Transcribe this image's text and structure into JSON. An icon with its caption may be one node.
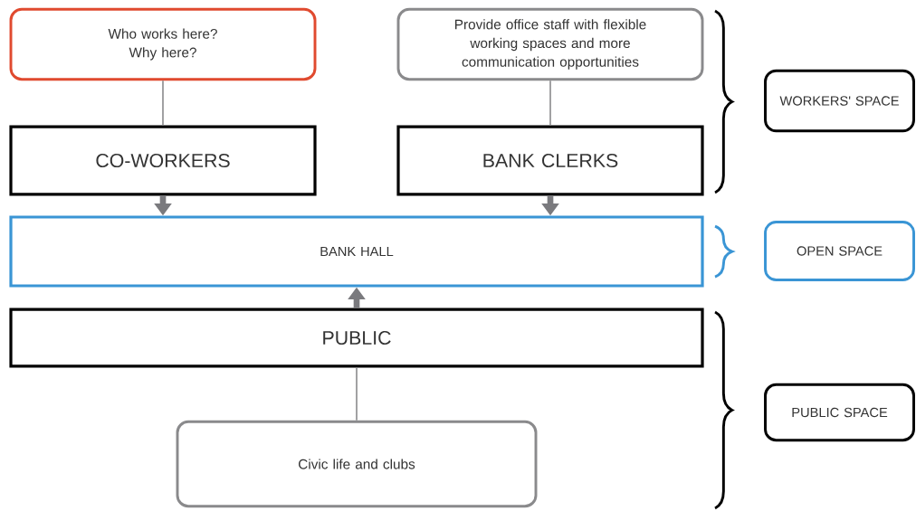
{
  "diagram": {
    "nodes": [
      {
        "text": [
          "Who works here? Why here?"
        ]
      },
      {
        "text": [
          "Provide office staff with flexible working spaces and more communication opportunities"
        ]
      },
      {
        "text": [
          "CO-WORKERS"
        ]
      },
      {
        "text": [
          "BANK CLERKS"
        ]
      },
      {
        "text": [
          "BANK HALL"
        ]
      },
      {
        "text": [
          "PUBLIC"
        ]
      },
      {
        "text": [
          "Civic life and clubs"
        ]
      },
      {
        "text": [
          "WORKERS' SPACE"
        ]
      },
      {
        "text": [
          "OPEN SPACE"
        ]
      },
      {
        "text": [
          "PUBLIC SPACE"
        ]
      }
    ],
    "edges": [
      {
        "from": 0,
        "to": 2,
        "arrow": "none"
      },
      {
        "from": 1,
        "to": 3,
        "arrow": "none"
      },
      {
        "from": 2,
        "to": 4,
        "arrow": "to",
        "style": "thick"
      },
      {
        "from": 3,
        "to": 4,
        "arrow": "to",
        "style": "thick"
      },
      {
        "from": 5,
        "to": 4,
        "arrow": "to",
        "style": "thick"
      },
      {
        "from": 5,
        "to": 6,
        "arrow": "none"
      }
    ]
  }
}
